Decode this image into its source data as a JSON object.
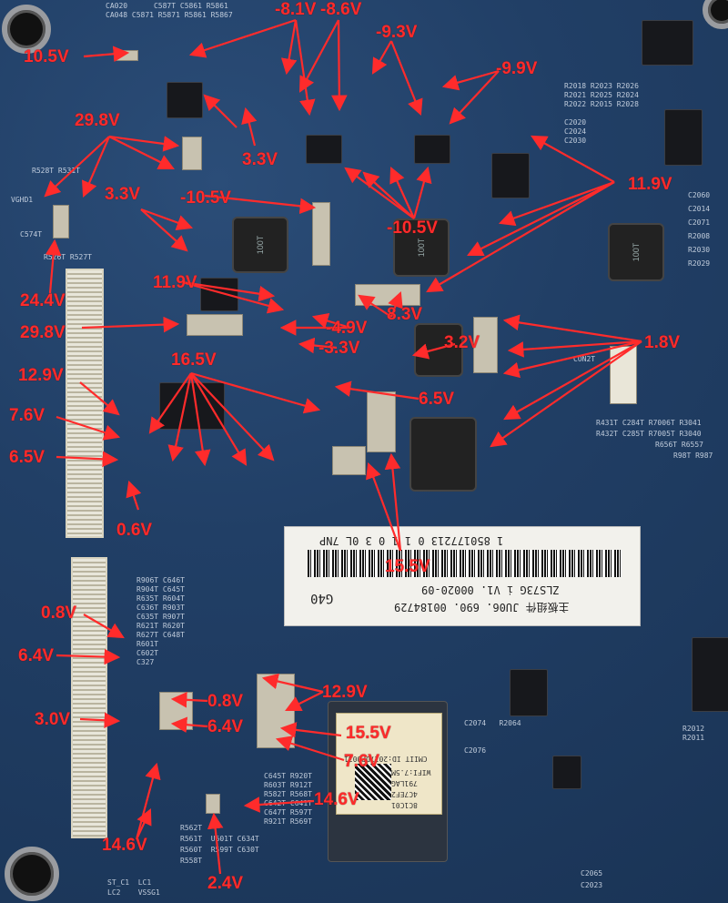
{
  "voltage_labels": [
    "-8.1V",
    "-8.6V",
    "10.5V",
    "-9.3V",
    "-9.9V",
    "29.8V",
    "3.3V",
    "11.9V",
    "3.3V",
    "-10.5V",
    "-10.5V",
    "24.4V",
    "11.9V",
    "29.8V",
    "-4.9V",
    "8.3V",
    "-3.3V",
    "3.2V",
    "1.8V",
    "16.5V",
    "12.9V",
    "6.5V",
    "7.6V",
    "6.5V",
    "0.6V",
    "15.5V",
    "0.8V",
    "6.4V",
    "3.0V",
    "12.9V",
    "0.8V",
    "6.4V",
    "15.5V",
    "7.6V",
    "14.6V",
    "14.6V",
    "2.4V"
  ],
  "sticker": {
    "line1": "1  850177213     0 1 1   0 3 0L   7NP",
    "line2": "ZLS73G i  V1. 00020-09",
    "line3": "主板组件 JU06. 690. 00184729",
    "line4": "G40"
  },
  "wifi_module": {
    "line1": "8C1C01",
    "line2": "4C7EF2",
    "line3": "791LAG",
    "line4": "WIFI:7.5M",
    "line5": "CMIIT ID:2017DP0031"
  },
  "inductor_marks": [
    "100T",
    "100T",
    "100T"
  ],
  "colors": {
    "board": "#213f66",
    "annotation": "#ff2b2b",
    "silkscreen": "#d9e2ee"
  }
}
